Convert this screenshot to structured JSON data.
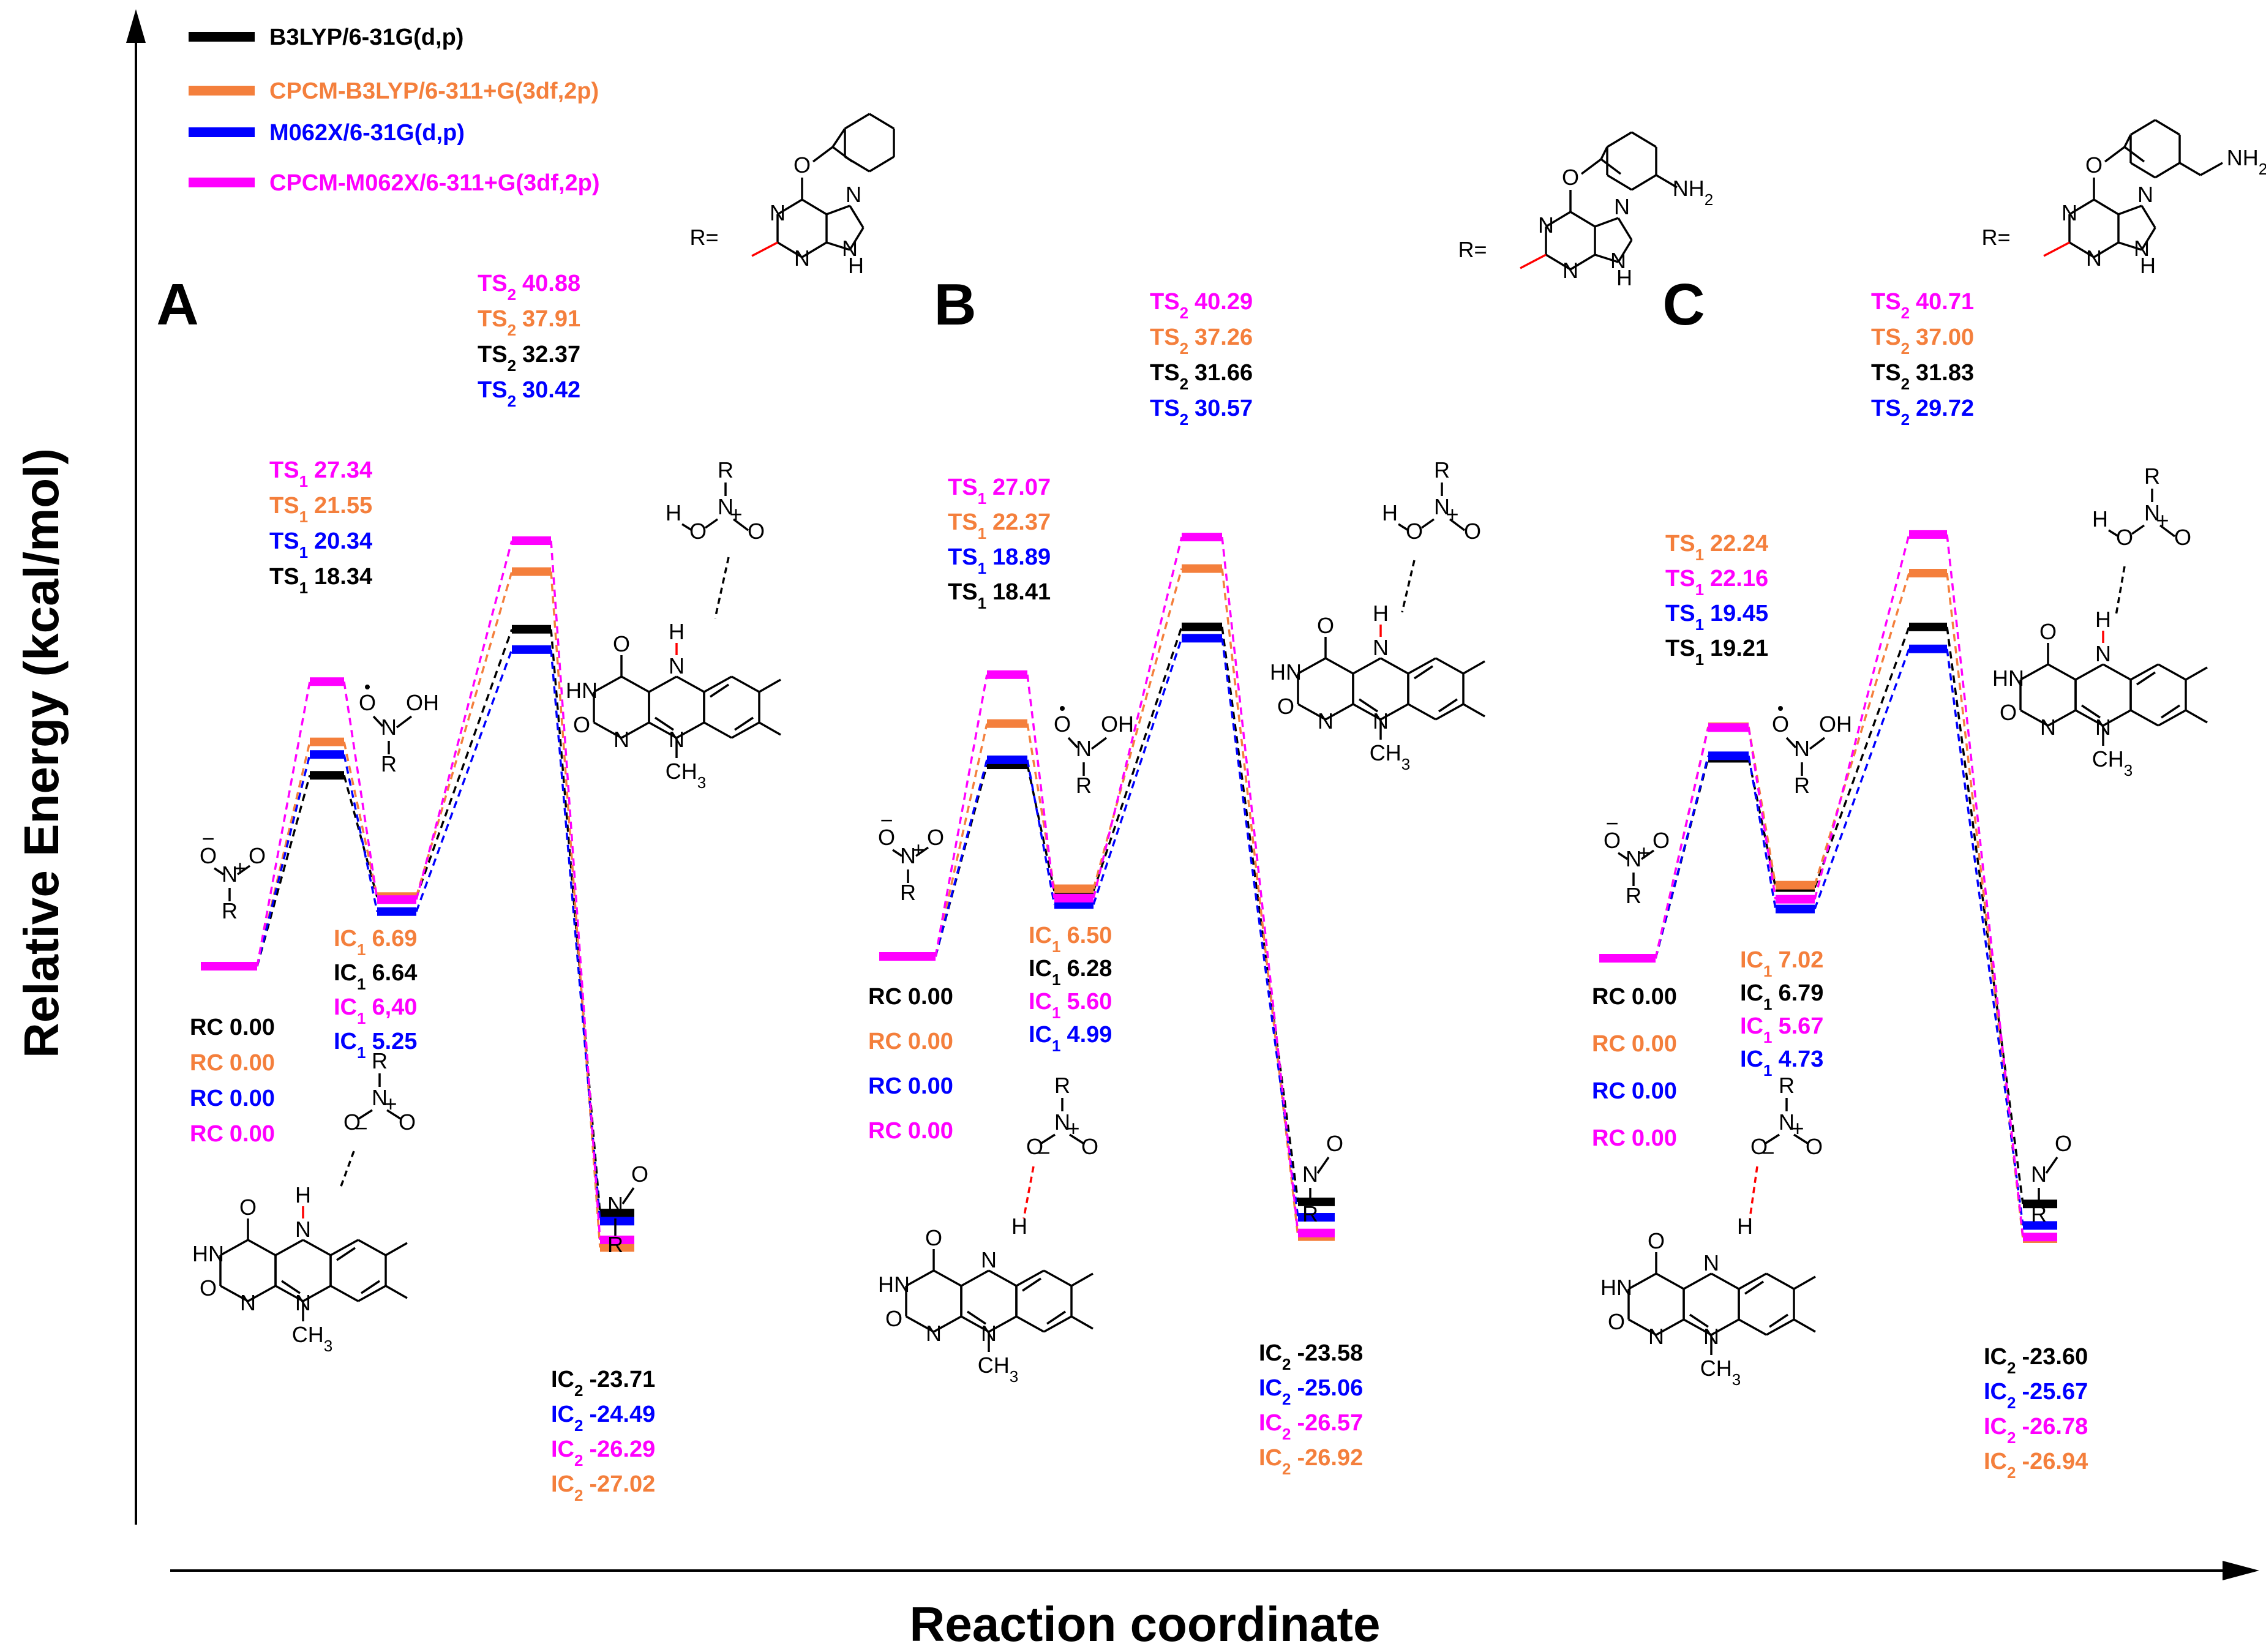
{
  "axes": {
    "y_title": "Relative Energy (kcal/mol)",
    "x_title": "Reaction coordinate"
  },
  "legend": [
    {
      "label": "B3LYP/6-31G(d,p)",
      "color": "#000000"
    },
    {
      "label": "CPCM-B3LYP/6-311+G(3df,2p)",
      "color": "#f47f3c"
    },
    {
      "label": "M062X/6-31G(d,p)",
      "color": "#0000ff"
    },
    {
      "label": "CPCM-M062X/6-311+G(3df,2p)",
      "color": "#ff00ff"
    }
  ],
  "chart_data": [
    {
      "panel": "A",
      "type": "energy-profile",
      "states": [
        "RC",
        "TS1",
        "IC1",
        "TS2",
        "IC2"
      ],
      "series": [
        {
          "method": "B3LYP/6-31G(d,p)",
          "color": "#000000",
          "values": [
            0.0,
            18.34,
            6.64,
            32.37,
            -23.71
          ]
        },
        {
          "method": "CPCM-B3LYP/6-311+G(3df,2p)",
          "color": "#f47f3c",
          "values": [
            0.0,
            21.55,
            6.69,
            37.91,
            -27.02
          ]
        },
        {
          "method": "M062X/6-31G(d,p)",
          "color": "#0000ff",
          "values": [
            0.0,
            20.34,
            5.25,
            30.42,
            -24.49
          ]
        },
        {
          "method": "CPCM-M062X/6-311+G(3df,2p)",
          "color": "#ff00ff",
          "values": [
            0.0,
            27.34,
            6.4,
            40.88,
            -26.29
          ]
        }
      ],
      "labels": {
        "rc": [
          {
            "name": "RC",
            "value": "0.00",
            "color": "#000000"
          },
          {
            "name": "RC",
            "value": "0.00",
            "color": "#f47f3c"
          },
          {
            "name": "RC",
            "value": "0.00",
            "color": "#0000ff"
          },
          {
            "name": "RC",
            "value": "0.00",
            "color": "#ff00ff"
          }
        ],
        "ts1": [
          {
            "name": "TS",
            "sub": "1",
            "value": "27.34",
            "color": "#ff00ff"
          },
          {
            "name": "TS",
            "sub": "1",
            "value": "21.55",
            "color": "#f47f3c"
          },
          {
            "name": "TS",
            "sub": "1",
            "value": "20.34",
            "color": "#0000ff"
          },
          {
            "name": "TS",
            "sub": "1",
            "value": "18.34",
            "color": "#000000"
          }
        ],
        "ic1": [
          {
            "name": "IC",
            "sub": "1",
            "value": "6.69",
            "color": "#f47f3c"
          },
          {
            "name": "IC",
            "sub": "1",
            "value": "6.64",
            "color": "#000000"
          },
          {
            "name": "IC",
            "sub": "1",
            "value": "6,40",
            "color": "#ff00ff"
          },
          {
            "name": "IC",
            "sub": "1",
            "value": "5.25",
            "color": "#0000ff"
          }
        ],
        "ts2": [
          {
            "name": "TS",
            "sub": "2",
            "value": "40.88",
            "color": "#ff00ff"
          },
          {
            "name": "TS",
            "sub": "2",
            "value": "37.91",
            "color": "#f47f3c"
          },
          {
            "name": "TS",
            "sub": "2",
            "value": "32.37",
            "color": "#000000"
          },
          {
            "name": "TS",
            "sub": "2",
            "value": "30.42",
            "color": "#0000ff"
          }
        ],
        "ic2": [
          {
            "name": "IC",
            "sub": "2",
            "value": "-23.71",
            "color": "#000000"
          },
          {
            "name": "IC",
            "sub": "2",
            "value": "-24.49",
            "color": "#0000ff"
          },
          {
            "name": "IC",
            "sub": "2",
            "value": "-26.29",
            "color": "#ff00ff"
          },
          {
            "name": "IC",
            "sub": "2",
            "value": "-27.02",
            "color": "#f47f3c"
          }
        ]
      }
    },
    {
      "panel": "B",
      "type": "energy-profile",
      "states": [
        "RC",
        "TS1",
        "IC1",
        "TS2",
        "IC2"
      ],
      "series": [
        {
          "method": "B3LYP/6-31G(d,p)",
          "color": "#000000",
          "values": [
            0.0,
            18.41,
            6.28,
            31.66,
            -23.58
          ]
        },
        {
          "method": "CPCM-B3LYP/6-311+G(3df,2p)",
          "color": "#f47f3c",
          "values": [
            0.0,
            22.37,
            6.5,
            37.26,
            -26.92
          ]
        },
        {
          "method": "M062X/6-31G(d,p)",
          "color": "#0000ff",
          "values": [
            0.0,
            18.89,
            4.99,
            30.57,
            -25.06
          ]
        },
        {
          "method": "CPCM-M062X/6-311+G(3df,2p)",
          "color": "#ff00ff",
          "values": [
            0.0,
            27.07,
            5.6,
            40.29,
            -26.57
          ]
        }
      ],
      "labels": {
        "rc": [
          {
            "name": "RC",
            "value": "0.00",
            "color": "#000000"
          },
          {
            "name": "RC",
            "value": "0.00",
            "color": "#f47f3c"
          },
          {
            "name": "RC",
            "value": "0.00",
            "color": "#0000ff"
          },
          {
            "name": "RC",
            "value": "0.00",
            "color": "#ff00ff"
          }
        ],
        "ts1": [
          {
            "name": "TS",
            "sub": "1",
            "value": "27.07",
            "color": "#ff00ff"
          },
          {
            "name": "TS",
            "sub": "1",
            "value": "22.37",
            "color": "#f47f3c"
          },
          {
            "name": "TS",
            "sub": "1",
            "value": "18.89",
            "color": "#0000ff"
          },
          {
            "name": "TS",
            "sub": "1",
            "value": "18.41",
            "color": "#000000"
          }
        ],
        "ic1": [
          {
            "name": "IC",
            "sub": "1",
            "value": "6.50",
            "color": "#f47f3c"
          },
          {
            "name": "IC",
            "sub": "1",
            "value": "6.28",
            "color": "#000000"
          },
          {
            "name": "IC",
            "sub": "1",
            "value": "5.60",
            "color": "#ff00ff"
          },
          {
            "name": "IC",
            "sub": "1",
            "value": "4.99",
            "color": "#0000ff"
          }
        ],
        "ts2": [
          {
            "name": "TS",
            "sub": "2",
            "value": "40.29",
            "color": "#ff00ff"
          },
          {
            "name": "TS",
            "sub": "2",
            "value": "37.26",
            "color": "#f47f3c"
          },
          {
            "name": "TS",
            "sub": "2",
            "value": "31.66",
            "color": "#000000"
          },
          {
            "name": "TS",
            "sub": "2",
            "value": "30.57",
            "color": "#0000ff"
          }
        ],
        "ic2": [
          {
            "name": "IC",
            "sub": "2",
            "value": "-23.58",
            "color": "#000000"
          },
          {
            "name": "IC",
            "sub": "2",
            "value": "-25.06",
            "color": "#0000ff"
          },
          {
            "name": "IC",
            "sub": "2",
            "value": "-26.57",
            "color": "#ff00ff"
          },
          {
            "name": "IC",
            "sub": "2",
            "value": "-26.92",
            "color": "#f47f3c"
          }
        ]
      }
    },
    {
      "panel": "C",
      "type": "energy-profile",
      "states": [
        "RC",
        "TS1",
        "IC1",
        "TS2",
        "IC2"
      ],
      "series": [
        {
          "method": "B3LYP/6-31G(d,p)",
          "color": "#000000",
          "values": [
            0.0,
            19.21,
            6.79,
            31.83,
            -23.6
          ]
        },
        {
          "method": "CPCM-B3LYP/6-311+G(3df,2p)",
          "color": "#f47f3c",
          "values": [
            0.0,
            22.24,
            7.02,
            37.0,
            -26.94
          ]
        },
        {
          "method": "M062X/6-31G(d,p)",
          "color": "#0000ff",
          "values": [
            0.0,
            19.45,
            4.73,
            29.72,
            -25.67
          ]
        },
        {
          "method": "CPCM-M062X/6-311+G(3df,2p)",
          "color": "#ff00ff",
          "values": [
            0.0,
            22.16,
            5.67,
            40.71,
            -26.78
          ]
        }
      ],
      "labels": {
        "rc": [
          {
            "name": "RC",
            "value": "0.00",
            "color": "#000000"
          },
          {
            "name": "RC",
            "value": "0.00",
            "color": "#f47f3c"
          },
          {
            "name": "RC",
            "value": "0.00",
            "color": "#0000ff"
          },
          {
            "name": "RC",
            "value": "0.00",
            "color": "#ff00ff"
          }
        ],
        "ts1": [
          {
            "name": "TS",
            "sub": "1",
            "value": "22.24",
            "color": "#f47f3c"
          },
          {
            "name": "TS",
            "sub": "1",
            "value": "22.16",
            "color": "#ff00ff"
          },
          {
            "name": "TS",
            "sub": "1",
            "value": "19.45",
            "color": "#0000ff"
          },
          {
            "name": "TS",
            "sub": "1",
            "value": "19.21",
            "color": "#000000"
          }
        ],
        "ic1": [
          {
            "name": "IC",
            "sub": "1",
            "value": "7.02",
            "color": "#f47f3c"
          },
          {
            "name": "IC",
            "sub": "1",
            "value": "6.79",
            "color": "#000000"
          },
          {
            "name": "IC",
            "sub": "1",
            "value": "5.67",
            "color": "#ff00ff"
          },
          {
            "name": "IC",
            "sub": "1",
            "value": "4.73",
            "color": "#0000ff"
          }
        ],
        "ts2": [
          {
            "name": "TS",
            "sub": "2",
            "value": "40.71",
            "color": "#ff00ff"
          },
          {
            "name": "TS",
            "sub": "2",
            "value": "37.00",
            "color": "#f47f3c"
          },
          {
            "name": "TS",
            "sub": "2",
            "value": "31.83",
            "color": "#000000"
          },
          {
            "name": "TS",
            "sub": "2",
            "value": "29.72",
            "color": "#0000ff"
          }
        ],
        "ic2": [
          {
            "name": "IC",
            "sub": "2",
            "value": "-23.60",
            "color": "#000000"
          },
          {
            "name": "IC",
            "sub": "2",
            "value": "-25.67",
            "color": "#0000ff"
          },
          {
            "name": "IC",
            "sub": "2",
            "value": "-26.78",
            "color": "#ff00ff"
          },
          {
            "name": "IC",
            "sub": "2",
            "value": "-26.94",
            "color": "#f47f3c"
          }
        ]
      }
    }
  ],
  "molecules": {
    "r_prefix": "R=",
    "nitro_group": {
      "o_minus": "O",
      "n_plus": "N",
      "o": "O",
      "r": "R",
      "minus": "−",
      "plus": "+"
    },
    "nitroso": {
      "n": "N",
      "o": "O",
      "r": "R"
    },
    "hydroxyl_nitroxide": {
      "o": "O",
      "n": "N",
      "oh": "OH",
      "r": "R"
    },
    "flavin": {
      "hn": "HN",
      "o": "O",
      "n": "N",
      "h": "H",
      "ch3": "CH",
      "ch3_sub": "3"
    },
    "purine": {
      "o": "O",
      "n": "N",
      "h": "H",
      "nh": "NH",
      "nh2": "NH",
      "nh2_sub": "2"
    }
  }
}
